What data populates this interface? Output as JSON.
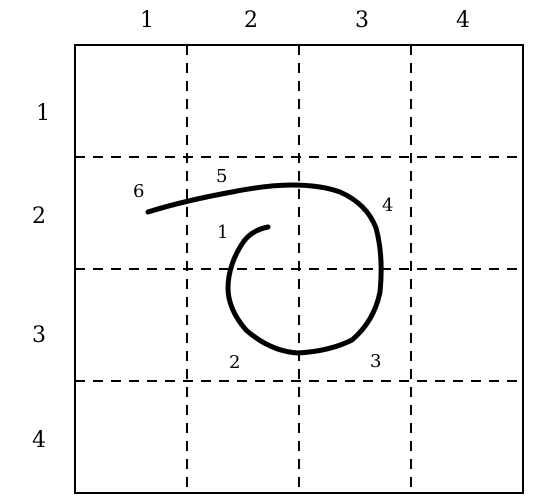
{
  "grid": {
    "columns": 4,
    "rows": 4,
    "column_labels": [
      "1",
      "2",
      "3",
      "4"
    ],
    "row_labels": [
      "1",
      "2",
      "3",
      "4"
    ]
  },
  "stroke": {
    "point_labels": [
      "1",
      "2",
      "3",
      "4",
      "5",
      "6"
    ]
  }
}
